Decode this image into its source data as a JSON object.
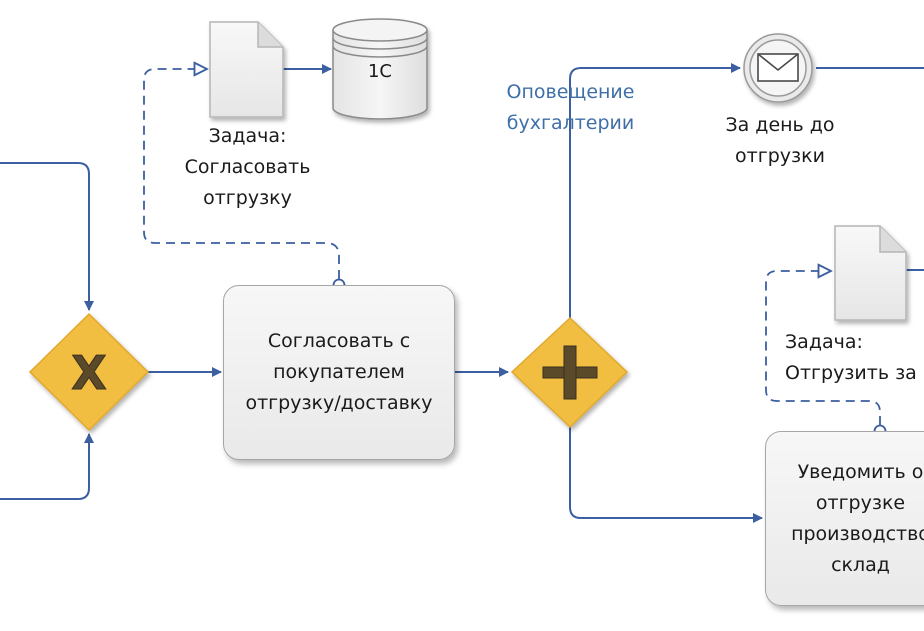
{
  "tasks": {
    "agree_shipment": "Согласовать с\nпокупателем\nотгрузку/доставку",
    "notify_production": "Уведомить о\nотгрузке\nпроизводство\nсклад"
  },
  "documents": {
    "agree_task": "Задача:\nСогласовать\nотгрузку",
    "ship_task": "Задача:\nОтгрузить за"
  },
  "datastore": {
    "label": "1C"
  },
  "events": {
    "day_before": "За день до\nотгрузки"
  },
  "flows": {
    "notify_accounting": "Оповещение\nбухгалтерии"
  },
  "gateways": {
    "exclusive": "X",
    "parallel": "+"
  },
  "colors": {
    "flow": "#3b5fa0",
    "gateway_fill": "#f2be42",
    "gateway_mark": "#5a4a2a",
    "blue_label": "#3f6fa8"
  }
}
